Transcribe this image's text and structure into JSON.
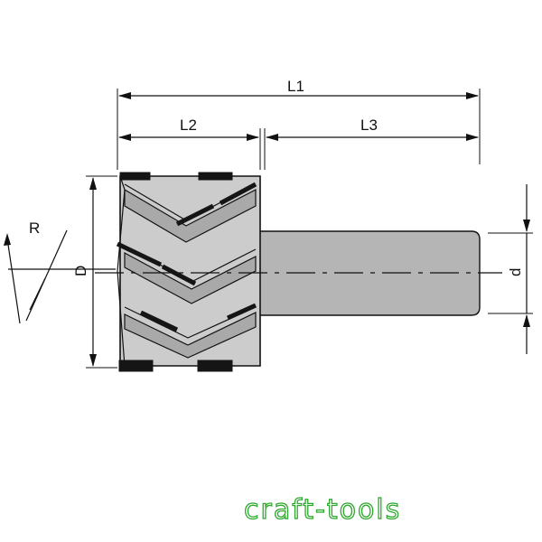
{
  "labels": {
    "L1": "L1",
    "L2": "L2",
    "L3": "L3",
    "D": "D",
    "d": "d",
    "R": "R"
  },
  "logo": {
    "text": "craft-tools"
  },
  "colors": {
    "body_fill": "#c8c8c8",
    "body_fill_dark": "#a6a6a6",
    "shank_fill": "#b5b5b5",
    "line": "#111111",
    "knife": "#151515",
    "logo_green": "#2ea82e"
  }
}
